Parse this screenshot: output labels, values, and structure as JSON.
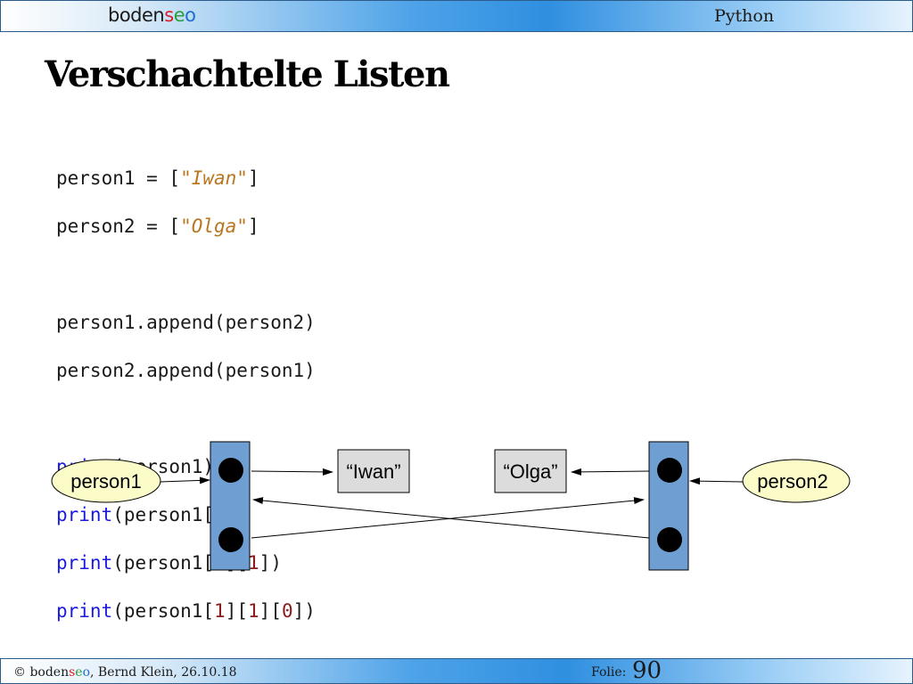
{
  "header": {
    "logo": {
      "part1": "boden",
      "s": "s",
      "e": "e",
      "o": "o"
    },
    "topic": "Python"
  },
  "slide": {
    "title": "Verschachtelte Listen"
  },
  "code": {
    "person1_assign": "person1 = [",
    "person1_value": "\"Iwan\"",
    "person2_assign": "person2 = [",
    "person2_value": "\"Olga\"",
    "close_bracket": "]",
    "append1": "person1.append(person2)",
    "append2": "person2.append(person1)",
    "print_kw": "print",
    "print_arg": "(person1",
    "open_idx": "[",
    "close_idx": "]",
    "close_paren": ")",
    "idx_1": "1",
    "idx_0": "0"
  },
  "diagram": {
    "person1_label": "person1",
    "person2_label": "person2",
    "iwan_label": "“Iwan”",
    "olga_label": "“Olga”"
  },
  "colors": {
    "list_box": "#6e9ed2",
    "value_box": "#dcdcdc",
    "ellipse": "#fcfcc8",
    "keyword": "#1a1ae0",
    "string": "#b8761f",
    "number": "#8b1a1a"
  },
  "footer": {
    "copyright": "©",
    "logo": {
      "part1": "boden",
      "s": "s",
      "e": "e",
      "o": "o"
    },
    "author_date": ", Bernd Klein, 26.10.18",
    "folie_label": "Folie:",
    "slide_number": "90"
  }
}
